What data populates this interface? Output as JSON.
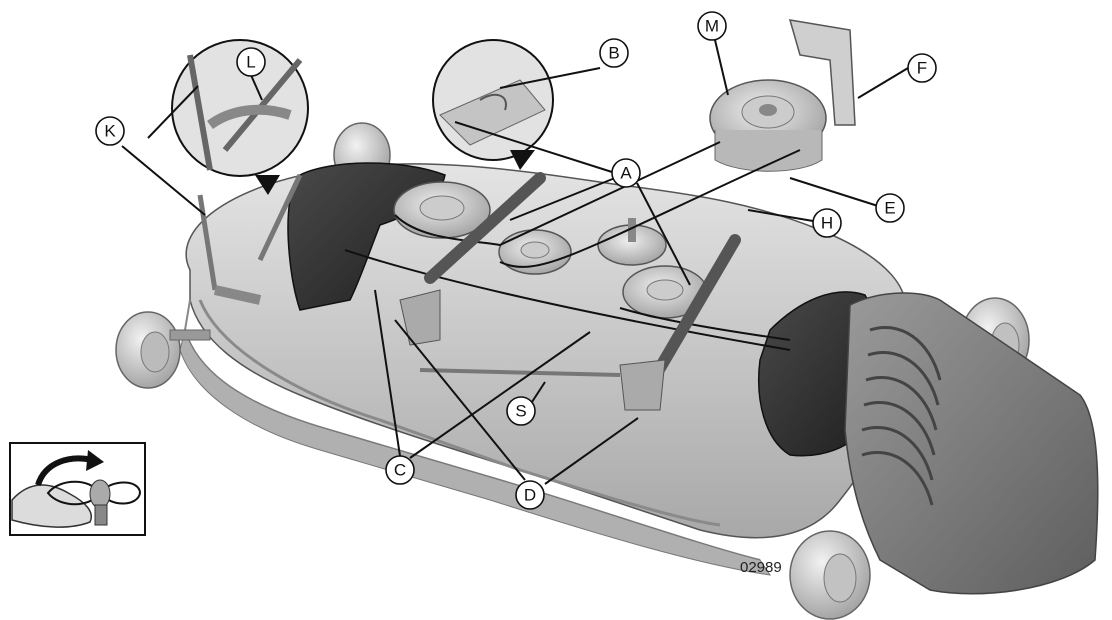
{
  "figure_id": "02989",
  "callouts": {
    "A": "A",
    "B": "B",
    "C": "C",
    "D": "D",
    "E": "E",
    "F": "F",
    "H": "H",
    "K": "K",
    "L": "L",
    "M": "M",
    "S": "S"
  },
  "colors": {
    "deck": "#d2d2d2",
    "deck_shadow": "#a9a9a9",
    "cover": "#2e2e2e",
    "belt": "#111111",
    "outline": "#111111"
  },
  "icons": [
    "rotate-arrow-icon",
    "hairpin-clip-icon",
    "hand-icon"
  ]
}
